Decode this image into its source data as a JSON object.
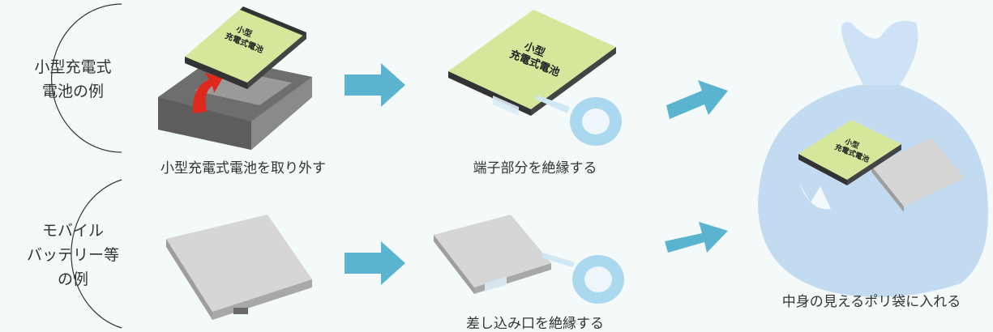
{
  "rows": [
    {
      "title_lines": [
        "小型充電式",
        "電池の例"
      ],
      "step1_caption": "小型充電式電池を取り外す",
      "step2_caption": "端子部分を絶縁する"
    },
    {
      "title_lines": [
        "モバイル",
        "バッテリー等",
        "の例"
      ],
      "step2_caption": "差し込み口を絶縁する"
    }
  ],
  "battery_label_lines": [
    "小型",
    "充電式電池"
  ],
  "final_caption": "中身の見えるポリ袋に入れる",
  "colors": {
    "background": "#f4f9f9",
    "arrow": "#5bb4cf",
    "battery_label": "#d4e79a",
    "device_gray": "#bfbfbf",
    "red_arrow": "#e0291d",
    "bag": "#b9d6f0",
    "tape": "#a9d8ef"
  }
}
